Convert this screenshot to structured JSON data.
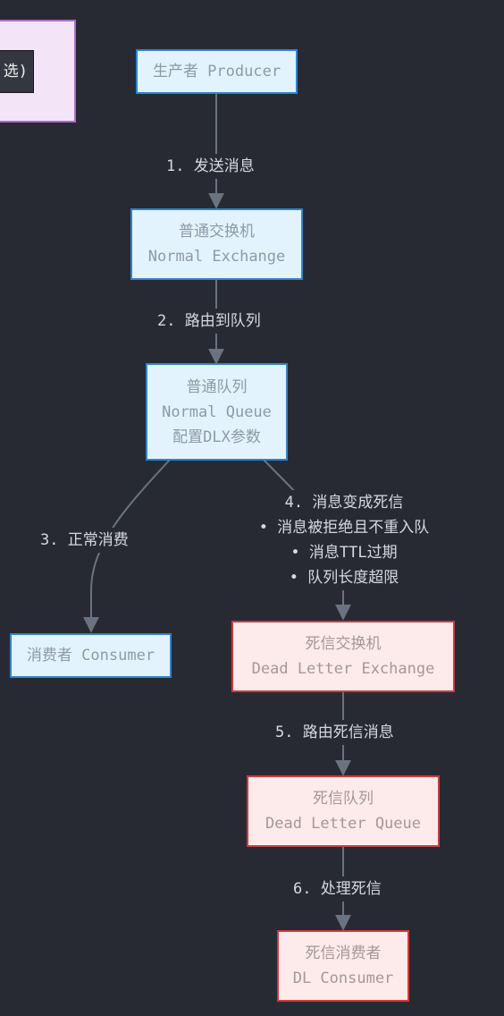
{
  "group": {
    "tag": "选)"
  },
  "nodes": {
    "producer": "生产者 Producer",
    "normal_exchange": [
      "普通交换机",
      "Normal Exchange"
    ],
    "normal_queue": [
      "普通队列",
      "Normal Queue",
      "配置DLX参数"
    ],
    "consumer": "消费者 Consumer",
    "dl_exchange": [
      "死信交换机",
      "Dead Letter Exchange"
    ],
    "dl_queue": [
      "死信队列",
      "Dead Letter Queue"
    ],
    "dl_consumer": [
      "死信消费者",
      "DL Consumer"
    ]
  },
  "edges": {
    "e1": "1. 发送消息",
    "e2": "2. 路由到队列",
    "e3": "3. 正常消费",
    "e4": [
      "4. 消息变成死信",
      "• 消息被拒绝且不重入队",
      "• 消息TTL过期",
      "• 队列长度超限"
    ],
    "e5": "5. 路由死信消息",
    "e6": "6. 处理死信"
  },
  "colors": {
    "background": "#282a33",
    "edge": "#6b7280",
    "blue_fill": "#e3f3fd",
    "blue_stroke": "#2c86cd",
    "red_fill": "#fdebeb",
    "red_stroke": "#cf3a3a",
    "group_fill": "#f3e4f8",
    "group_stroke": "#ad6ecc"
  }
}
